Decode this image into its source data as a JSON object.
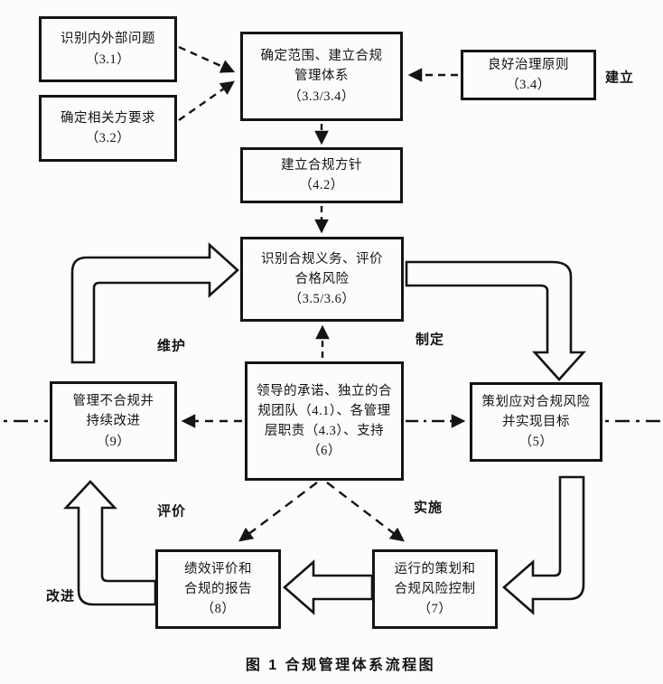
{
  "figure": {
    "caption": "图 1  合规管理体系流程图"
  },
  "boxes": {
    "identify_issues": {
      "text": "识别内外部问题\n（3.1）"
    },
    "stakeholder_requirements": {
      "text": "确定相关方要求\n（3.2）"
    },
    "scope_system": {
      "text": "确定范围、建立合规\n管理体系\n（3.3/3.4）"
    },
    "governance_principles": {
      "text": "良好治理原则\n（3.4）"
    },
    "compliance_policy": {
      "text": "建立合规方针\n（4.2）"
    },
    "identify_obligations": {
      "text": "识别合规义务、评价\n合格风险\n（3.5/3.6）"
    },
    "leadership_support": {
      "text": "领导的承诺、独立的合\n规团队（4.1）、各管理\n层职责（4.3）、支持\n（6）"
    },
    "manage_noncompliance": {
      "text": "管理不合规并\n持续改进\n（9）"
    },
    "plan_risk_response": {
      "text": "策划应对合规风险\n并实现目标\n（5）"
    },
    "performance_report": {
      "text": "绩效评价和\n合规的报告\n（8）"
    },
    "operation_control": {
      "text": "运行的策划和\n合规风险控制\n（7）"
    }
  },
  "labels": {
    "establish": "建立",
    "maintain": "维护",
    "formulate": "制定",
    "evaluate": "评价",
    "implement": "实施",
    "improve": "改进"
  },
  "colors": {
    "line": "#141414",
    "background": "#fcfcfa"
  }
}
